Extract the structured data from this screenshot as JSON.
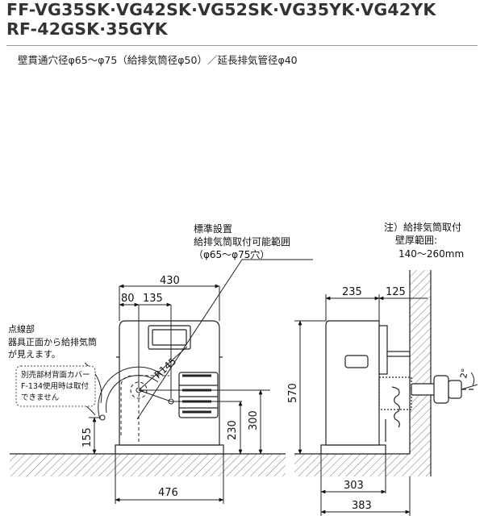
{
  "header": {
    "title_line1": "FF-VG35SK·VG42SK·VG52SK·VG35YK·VG42YK",
    "title_line2": "RF-42GSK·35GYK",
    "spec": "壁貫通穴径φ65～φ75（給排気筒径φ50）／延長排気管径φ40"
  },
  "labels": {
    "standard_install_1": "標準設置",
    "standard_install_2": "給排気筒取付可能範囲",
    "standard_install_3": "（φ65～φ75穴）",
    "note_1": "注）給排気筒取付",
    "note_2": "壁厚範囲:",
    "note_3": "140～260mm",
    "wiring_1": "点線部",
    "wiring_2": "器具正面から給排気筒",
    "wiring_3": "が見えます。",
    "cover_1": "別売部材背面カバー",
    "cover_2": "F-134使用時は取付",
    "cover_3": "できません",
    "radius": "R145",
    "angle": "2°"
  },
  "dimensions": {
    "front_width_top": "430",
    "front_offset_a": "80",
    "front_offset_b": "135",
    "front_height_230": "230",
    "front_height_300": "300",
    "front_height_155": "155",
    "front_base_width": "476",
    "side_depth_235": "235",
    "side_depth_125": "125",
    "side_height_570": "570",
    "side_base_303": "303",
    "side_base_383": "383"
  }
}
